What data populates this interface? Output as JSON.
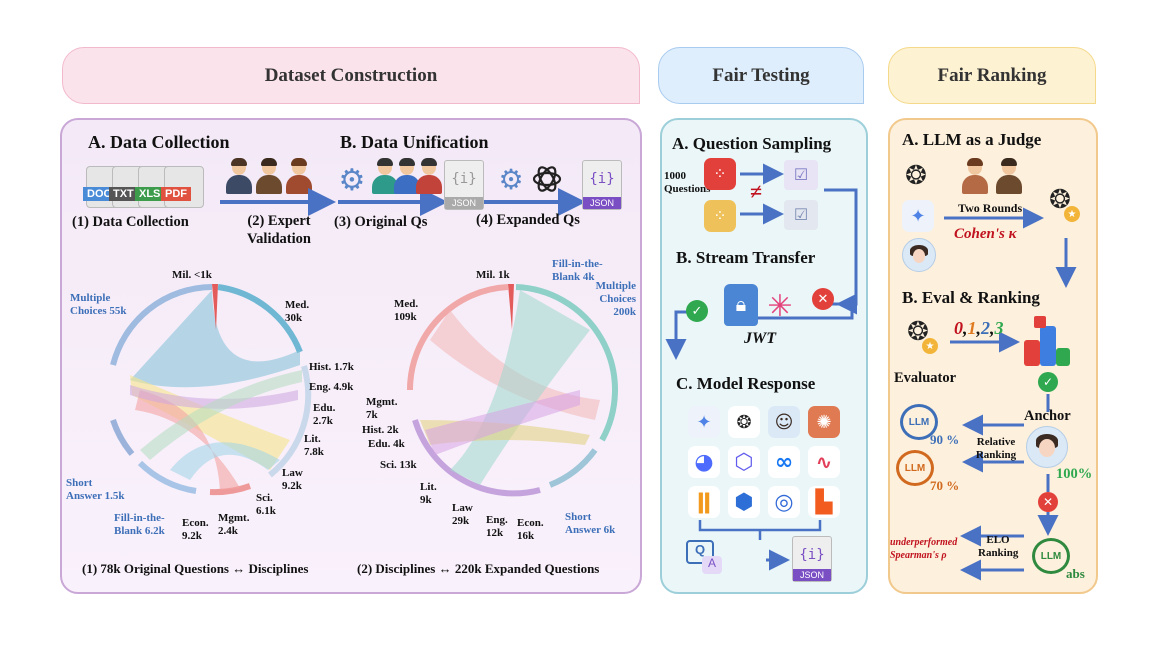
{
  "sections": {
    "dataset": "Dataset Construction",
    "testing": "Fair Testing",
    "ranking": "Fair Ranking"
  },
  "dataset": {
    "a_title": "A. Data Collection",
    "b_title": "B. Data Unification",
    "step1": "(1) Data Collection",
    "step2": "(2) Expert Validation",
    "step3": "(3) Original Qs",
    "step4": "(4) Expanded Qs",
    "doc_tags": [
      "DOC",
      "TXT",
      "XLS",
      "PDF"
    ],
    "json_tag": "JSON",
    "json_brace": "{i}",
    "chord1_caption": "(1) 78k Original Questions ↔ Disciplines",
    "chord2_caption": "(2) Disciplines ↔ 220k Expanded Questions",
    "chord1": {
      "mil": "Mil. <1k",
      "mc": "Multiple Choices 55k",
      "med": "Med. 30k",
      "hist": "Hist. 1.7k",
      "eng": "Eng. 4.9k",
      "edu": "Edu. 2.7k",
      "lit": "Lit. 7.8k",
      "law": "Law 9.2k",
      "sci": "Sci. 6.1k",
      "mgmt": "Mgmt. 2.4k",
      "econ": "Econ. 9.2k",
      "fib": "Fill-in-the-Blank 6.2k",
      "sa": "Short Answer 1.5k"
    },
    "chord2": {
      "mil": "Mil. 1k",
      "fib": "Fill-in-the-Blank 4k",
      "mc": "Multiple Choices 200k",
      "med": "Med. 109k",
      "mgmt": "Mgmt. 7k",
      "hist": "Hist. 2k",
      "edu": "Edu. 4k",
      "sci": "Sci. 13k",
      "lit": "Lit. 9k",
      "law": "Law 29k",
      "eng": "Eng. 12k",
      "econ": "Econ. 16k",
      "sa": "Short Answer 6k"
    }
  },
  "testing": {
    "a_title": "A. Question Sampling",
    "questions": "1000 Questions",
    "neq": "≠",
    "b_title": "B. Stream Transfer",
    "jwt": "JWT",
    "c_title": "C. Model Response",
    "qa_q": "Q",
    "qa_a": "A"
  },
  "ranking": {
    "a_title": "A. LLM as a Judge",
    "two_rounds": "Two Rounds",
    "kappa": "Cohen's κ",
    "b_title": "B. Eval & Ranking",
    "scores": [
      "0",
      ",",
      "1",
      ",",
      "2",
      ",",
      "3"
    ],
    "evaluator": "Evaluator",
    "anchor": "Anchor",
    "relative": "Relative Ranking",
    "pct90": "90 %",
    "pct70": "70 %",
    "pct100": "100%",
    "elo": "ELO Ranking",
    "underperformed": "underperformed",
    "spearman": "Spearman's ρ",
    "llm": "LLM",
    "abs": "abs"
  },
  "colors": {
    "pink_tab": "#fbe3ec",
    "blue_tab": "#deeefc",
    "yellow_tab": "#fdf2d2",
    "arrow": "#4a72c4",
    "red_text": "#c1121f",
    "label_blue": "#3d6fb8"
  }
}
